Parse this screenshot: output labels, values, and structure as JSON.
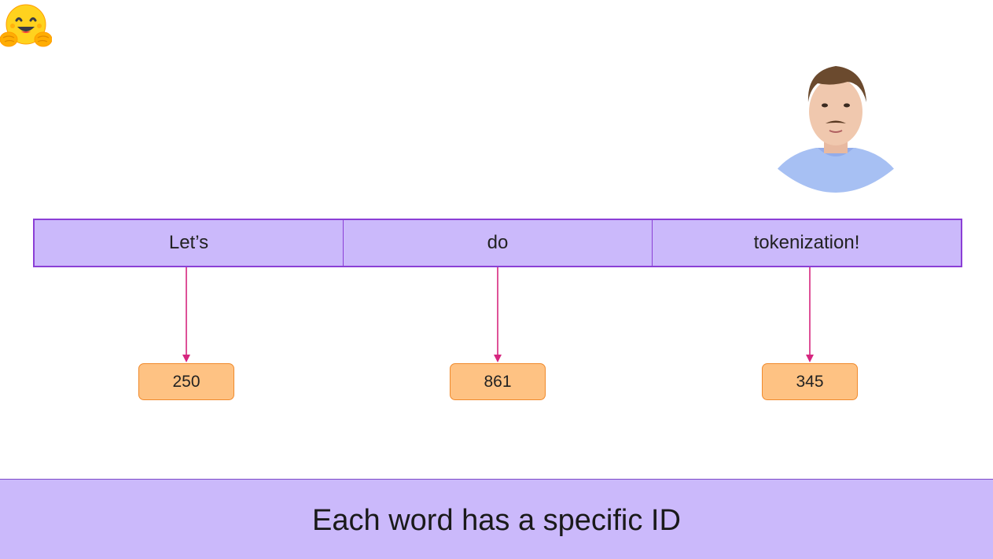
{
  "tokens": [
    {
      "label": "Let’s",
      "id": "250"
    },
    {
      "label": "do",
      "id": "861"
    },
    {
      "label": "tokenization!",
      "id": "345"
    }
  ],
  "caption": "Each word has a specific ID",
  "colors": {
    "token_fill": "#cbb9fb",
    "token_border": "#8b3fd6",
    "id_fill": "#fec283",
    "id_border": "#f08a2c",
    "arrow": "#d6267f",
    "caption_bar": "#cbb9fb"
  },
  "icons": {
    "logo": "hugging-face-emoji-icon",
    "presenter": "presenter-avatar"
  }
}
